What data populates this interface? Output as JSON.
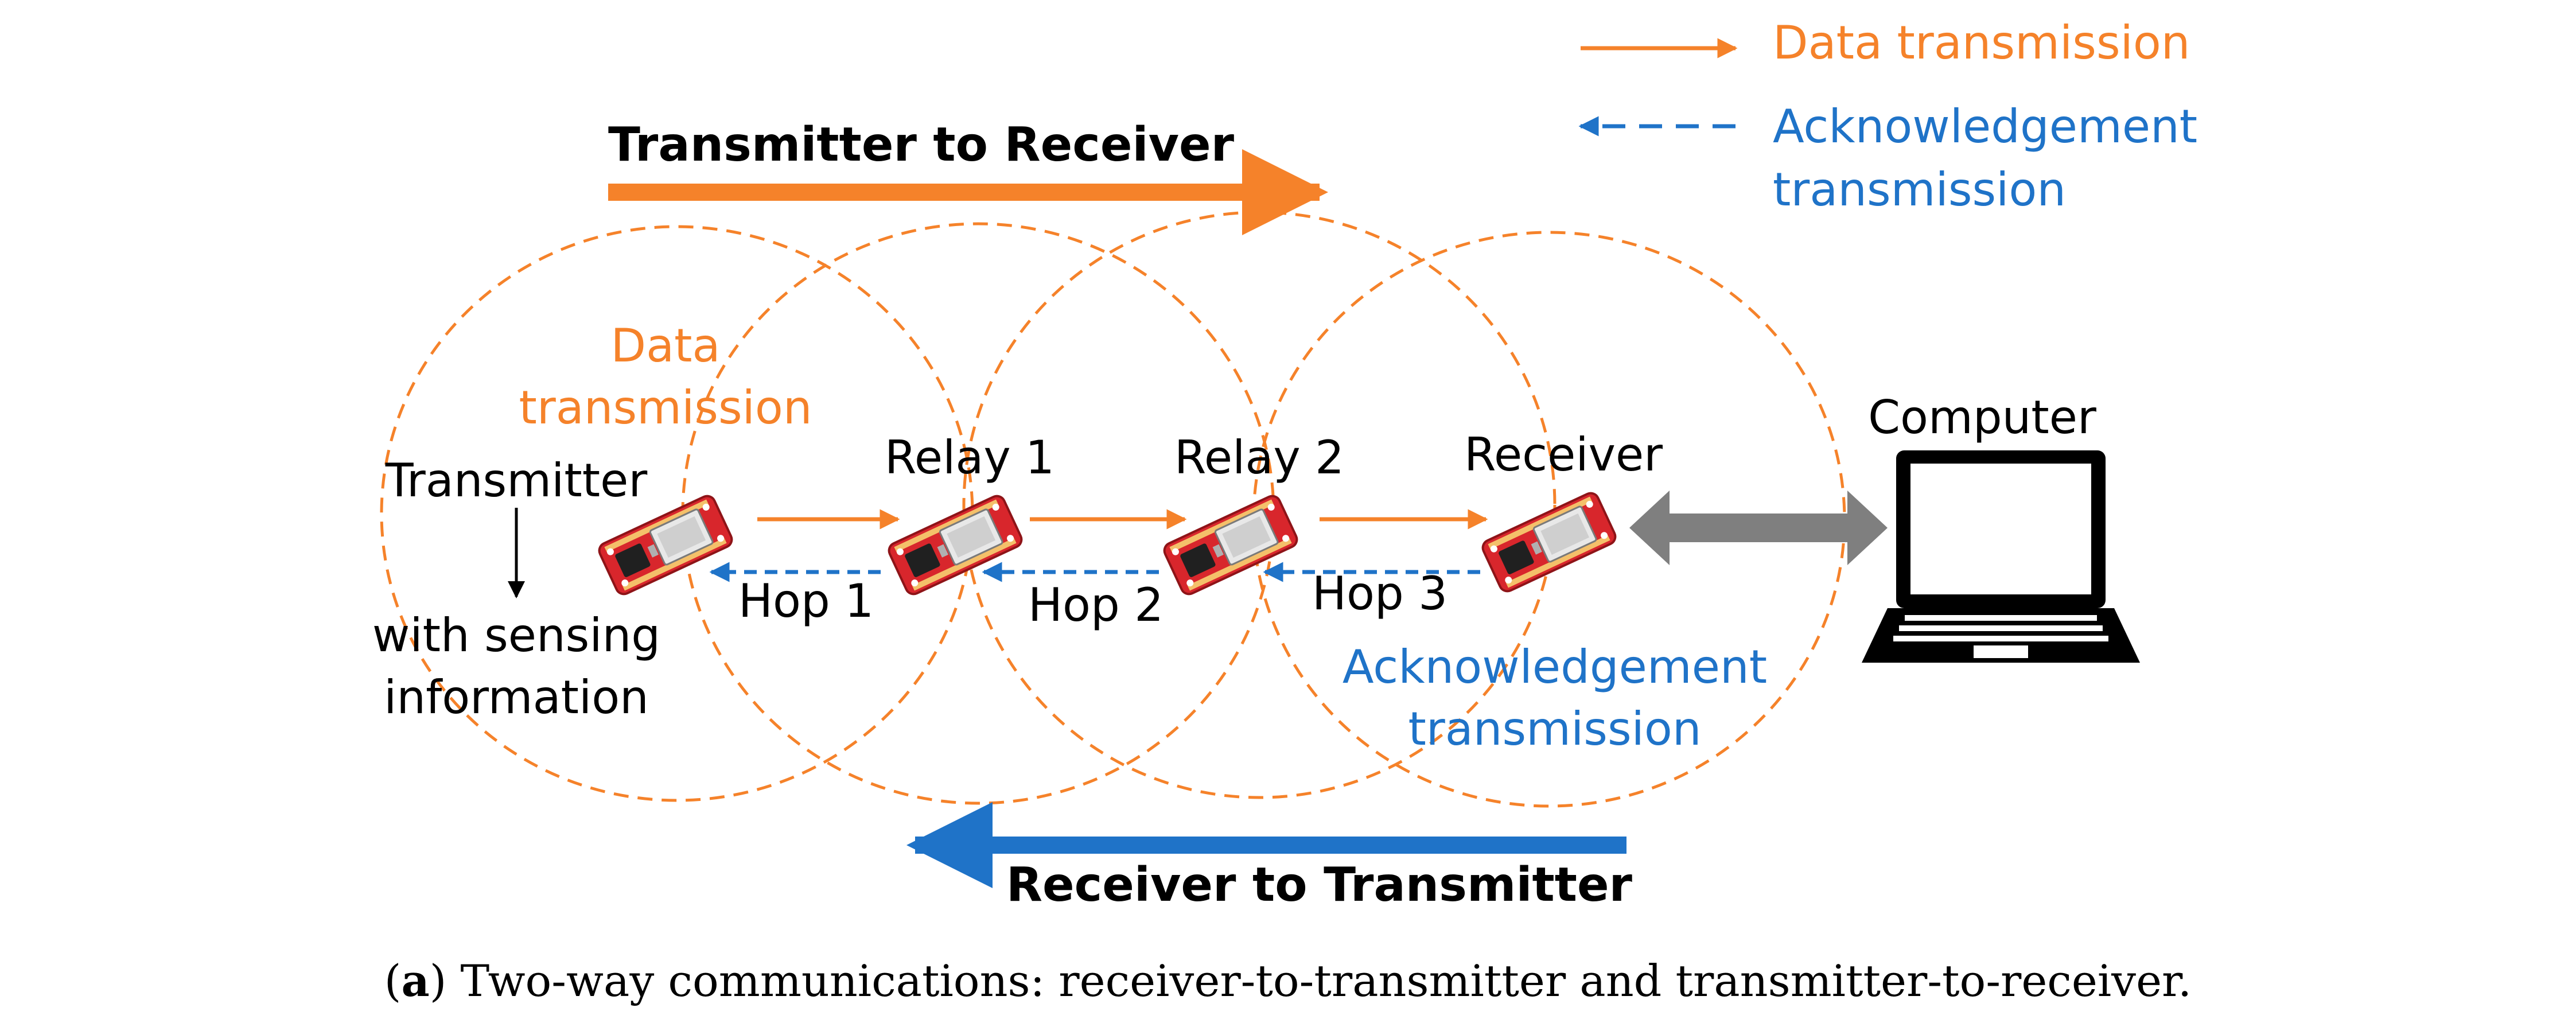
{
  "legend": {
    "data": "Data transmission",
    "ack_line1": "Acknowledgement",
    "ack_line2": "transmission"
  },
  "top_title": "Transmitter to Receiver",
  "bottom_title": "Receiver to Transmitter",
  "data_label": {
    "line1": "Data",
    "line2": "transmission"
  },
  "ack_label": {
    "line1": "Acknowledgement",
    "line2": "transmission"
  },
  "nodes": {
    "transmitter": "Transmitter",
    "transmitter_sub1": "with sensing",
    "transmitter_sub2": "information",
    "relay1": "Relay 1",
    "relay2": "Relay 2",
    "receiver": "Receiver",
    "computer": "Computer"
  },
  "hops": [
    "Hop 1",
    "Hop 2",
    "Hop 3"
  ],
  "caption": {
    "prefix_open": "(",
    "prefix_letter": "a",
    "prefix_close": ")",
    "text": " Two-way communications: receiver-to-transmitter and transmitter-to-receiver."
  },
  "colors": {
    "orange": "#F5822A",
    "blue": "#1F73C8",
    "gray": "#7F7F7F",
    "board_red": "#D8262C",
    "black": "#000000"
  }
}
